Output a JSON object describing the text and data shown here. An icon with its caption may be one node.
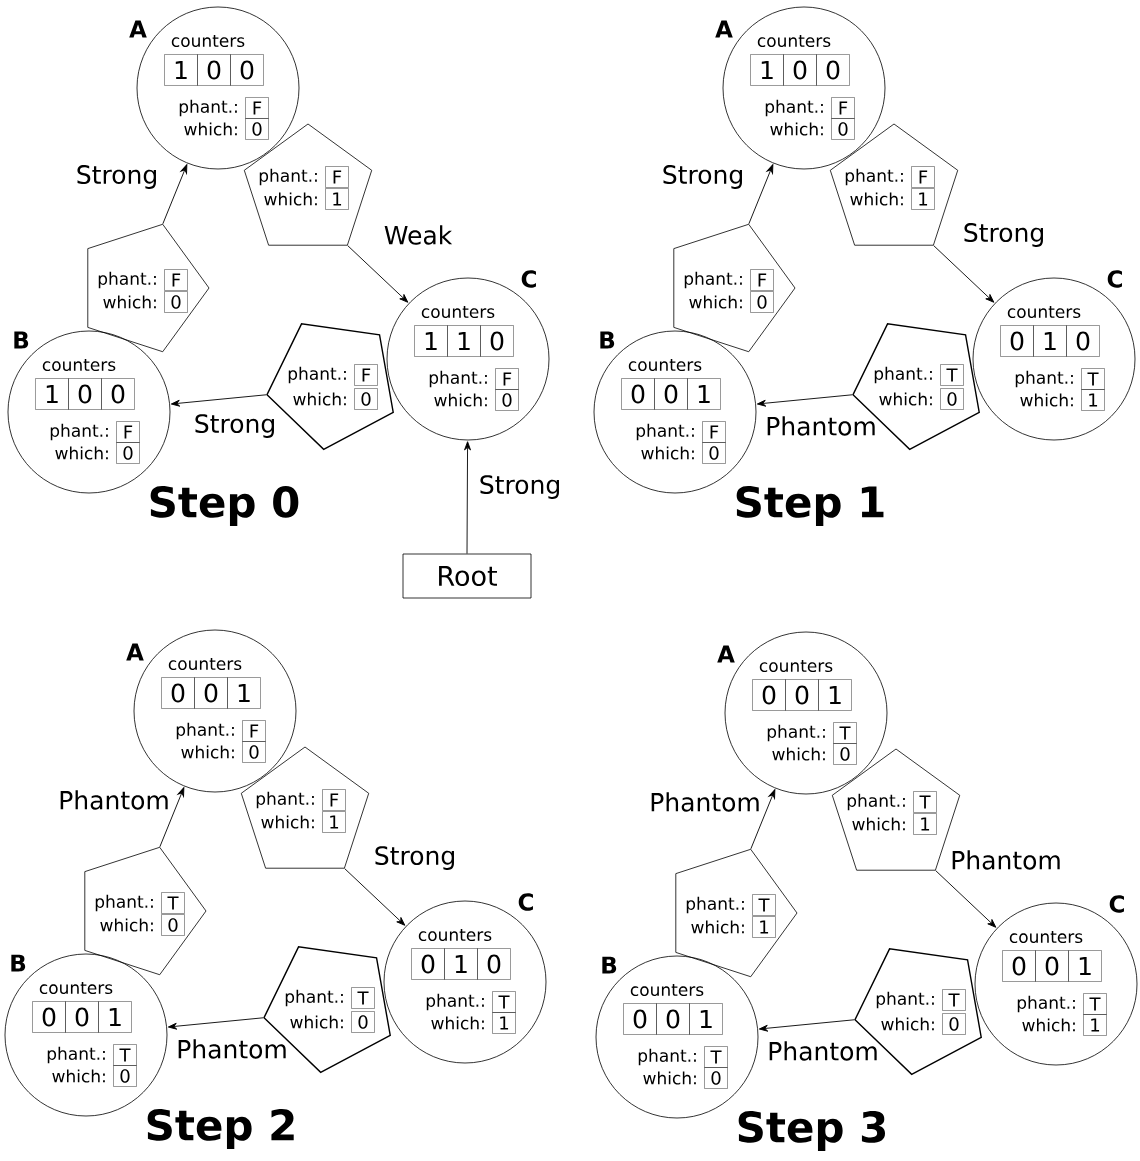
{
  "diagram": {
    "nodes": [
      {
        "text": [
          "A",
          "counters",
          "1",
          "0",
          "0",
          "phant.:",
          "F",
          "which:",
          "0"
        ]
      },
      {
        "text": [
          "phant.:",
          "F",
          "which:",
          "1"
        ]
      },
      {
        "text": [
          "phant.:",
          "F",
          "which:",
          "0"
        ]
      },
      {
        "text": [
          "C",
          "counters",
          "1",
          "1",
          "0",
          "phant.:",
          "F",
          "which:",
          "0"
        ]
      },
      {
        "text": [
          "B",
          "counters",
          "1",
          "0",
          "0",
          "phant.:",
          "F",
          "which:",
          "0"
        ]
      },
      {
        "text": [
          "phant.:",
          "F",
          "which:",
          "0"
        ]
      },
      {
        "text": [
          "Root"
        ]
      },
      {
        "text": [
          "A",
          "counters",
          "1",
          "0",
          "0",
          "phant.:",
          "F",
          "which:",
          "0"
        ]
      },
      {
        "text": [
          "phant.:",
          "F",
          "which:",
          "1"
        ]
      },
      {
        "text": [
          "phant.:",
          "F",
          "which:",
          "0"
        ]
      },
      {
        "text": [
          "C",
          "counters",
          "0",
          "1",
          "0",
          "phant.:",
          "T",
          "which:",
          "1"
        ]
      },
      {
        "text": [
          "B",
          "counters",
          "0",
          "0",
          "1",
          "phant.:",
          "F",
          "which:",
          "0"
        ]
      },
      {
        "text": [
          "phant.:",
          "T",
          "which:",
          "0"
        ]
      },
      {
        "text": [
          "A",
          "counters",
          "0",
          "0",
          "1",
          "phant.:",
          "F",
          "which:",
          "0"
        ]
      },
      {
        "text": [
          "phant.:",
          "F",
          "which:",
          "1"
        ]
      },
      {
        "text": [
          "phant.:",
          "T",
          "which:",
          "0"
        ]
      },
      {
        "text": [
          "C",
          "counters",
          "0",
          "1",
          "0",
          "phant.:",
          "T",
          "which:",
          "1"
        ]
      },
      {
        "text": [
          "B",
          "counters",
          "0",
          "0",
          "1",
          "phant.:",
          "T",
          "which:",
          "0"
        ]
      },
      {
        "text": [
          "phant.:",
          "T",
          "which:",
          "0"
        ]
      },
      {
        "text": [
          "A",
          "counters",
          "0",
          "0",
          "1",
          "phant.:",
          "T",
          "which:",
          "0"
        ]
      },
      {
        "text": [
          "phant.:",
          "T",
          "which:",
          "1"
        ]
      },
      {
        "text": [
          "phant.:",
          "T",
          "which:",
          "1"
        ]
      },
      {
        "text": [
          "C",
          "counters",
          "0",
          "0",
          "1",
          "phant.:",
          "T",
          "which:",
          "1"
        ]
      },
      {
        "text": [
          "B",
          "counters",
          "0",
          "0",
          "1",
          "phant.:",
          "T",
          "which:",
          "0"
        ]
      },
      {
        "text": [
          "phant.:",
          "T",
          "which:",
          "0"
        ]
      }
    ],
    "edges": [
      {
        "from": 2,
        "to": 0,
        "arrow": "to",
        "label": "Strong"
      },
      {
        "from": 1,
        "to": 3,
        "arrow": "to",
        "label": "Weak"
      },
      {
        "from": 5,
        "to": 4,
        "arrow": "to",
        "label": "Strong"
      },
      {
        "from": 6,
        "to": 3,
        "arrow": "to",
        "label": "Strong"
      },
      {
        "from": 9,
        "to": 7,
        "arrow": "to",
        "label": "Strong"
      },
      {
        "from": 8,
        "to": 10,
        "arrow": "to",
        "label": "Strong"
      },
      {
        "from": 12,
        "to": 11,
        "arrow": "to",
        "label": "Phantom"
      },
      {
        "from": 15,
        "to": 13,
        "arrow": "to",
        "label": "Phantom"
      },
      {
        "from": 14,
        "to": 16,
        "arrow": "to",
        "label": "Strong"
      },
      {
        "from": 18,
        "to": 17,
        "arrow": "to",
        "label": "Phantom"
      },
      {
        "from": 21,
        "to": 19,
        "arrow": "to",
        "label": "Phantom"
      },
      {
        "from": 20,
        "to": 22,
        "arrow": "to",
        "label": "Phantom"
      },
      {
        "from": 24,
        "to": 23,
        "arrow": "to",
        "label": "Phantom"
      }
    ],
    "labels": [
      "Step 0",
      "Step 1",
      "Step 2",
      "Step 3"
    ]
  }
}
